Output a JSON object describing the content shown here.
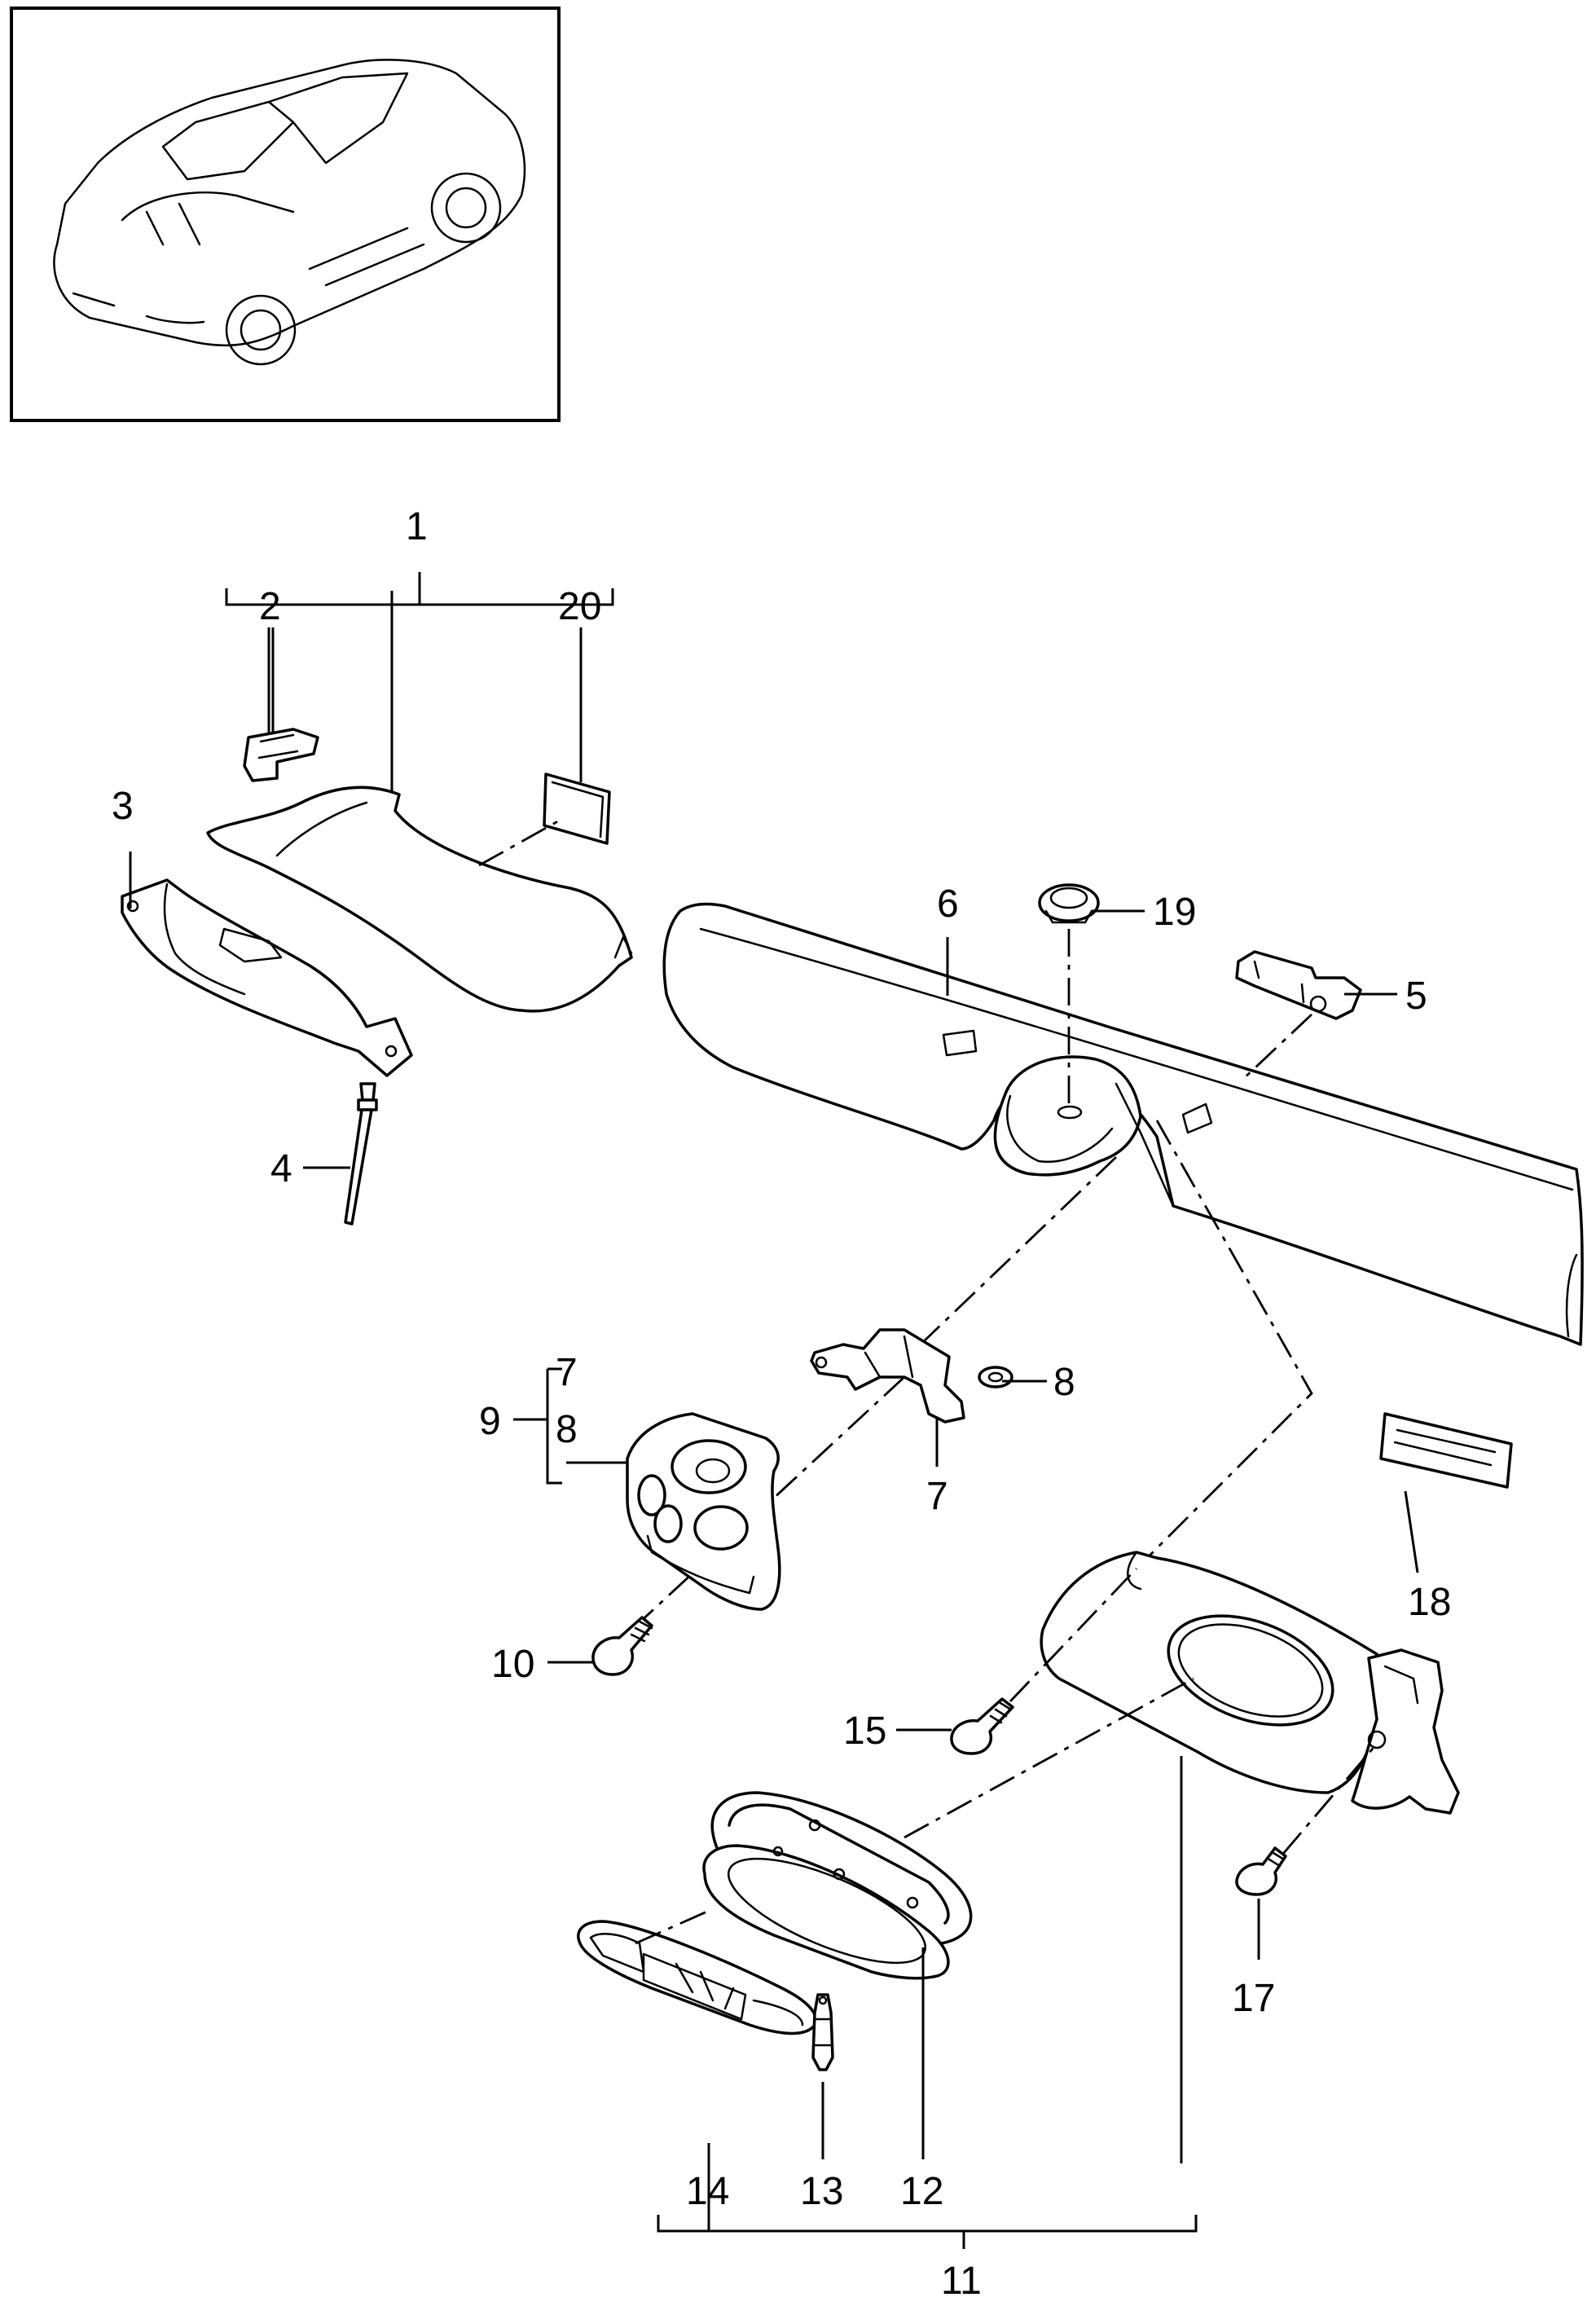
{
  "labels": {
    "l1": "1",
    "l2": "2",
    "l3": "3",
    "l4": "4",
    "l5": "5",
    "l6": "6",
    "l7a": "7",
    "l7b": "7",
    "l8a": "8",
    "l8b": "8",
    "l9": "9",
    "l10": "10",
    "l11": "11",
    "l12": "12",
    "l13": "13",
    "l14": "14",
    "l15": "15",
    "l17": "17",
    "l18": "18",
    "l19": "19",
    "l20": "20"
  }
}
